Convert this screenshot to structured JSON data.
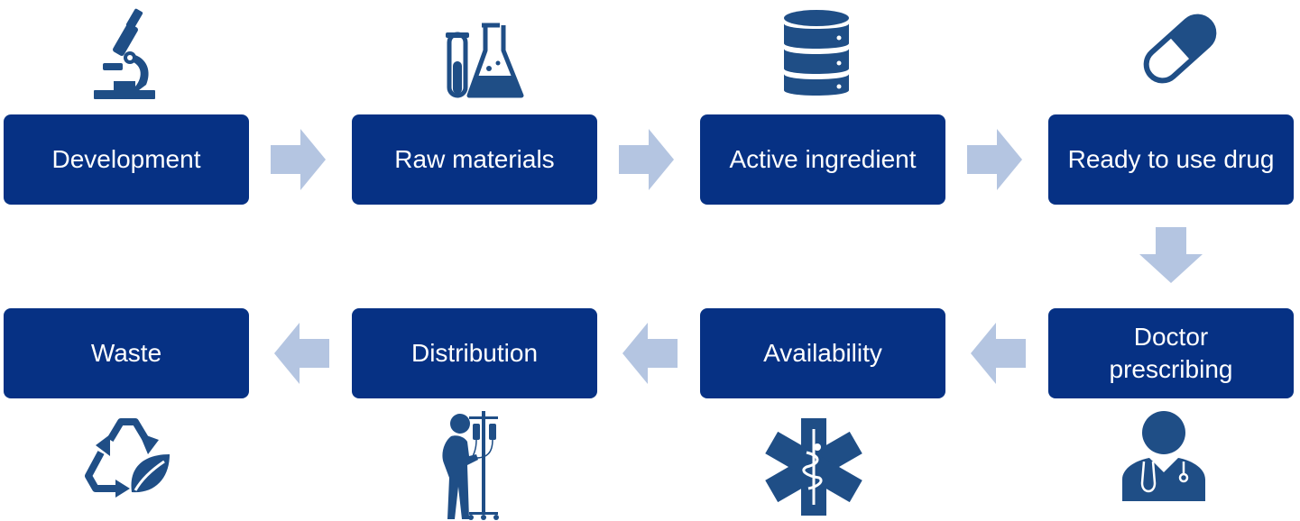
{
  "colors": {
    "box": "#063184",
    "icon": "#1f4e86",
    "arrow": "#b4c5e1",
    "background": "#ffffff"
  },
  "steps": [
    {
      "label": "Development",
      "icon": "microscope-icon"
    },
    {
      "label": "Raw materials",
      "icon": "lab-glassware-icon"
    },
    {
      "label": "Active ingredient",
      "icon": "database-stack-icon"
    },
    {
      "label": "Ready to use drug",
      "icon": "pill-capsule-icon"
    },
    {
      "label": "Doctor\nprescribing",
      "icon": "doctor-icon"
    },
    {
      "label": "Availability",
      "icon": "star-of-life-icon"
    },
    {
      "label": "Distribution",
      "icon": "patient-iv-drip-icon"
    },
    {
      "label": "Waste",
      "icon": "recycle-leaf-icon"
    }
  ],
  "flow": [
    "right",
    "right",
    "right",
    "down",
    "left",
    "left",
    "left"
  ]
}
